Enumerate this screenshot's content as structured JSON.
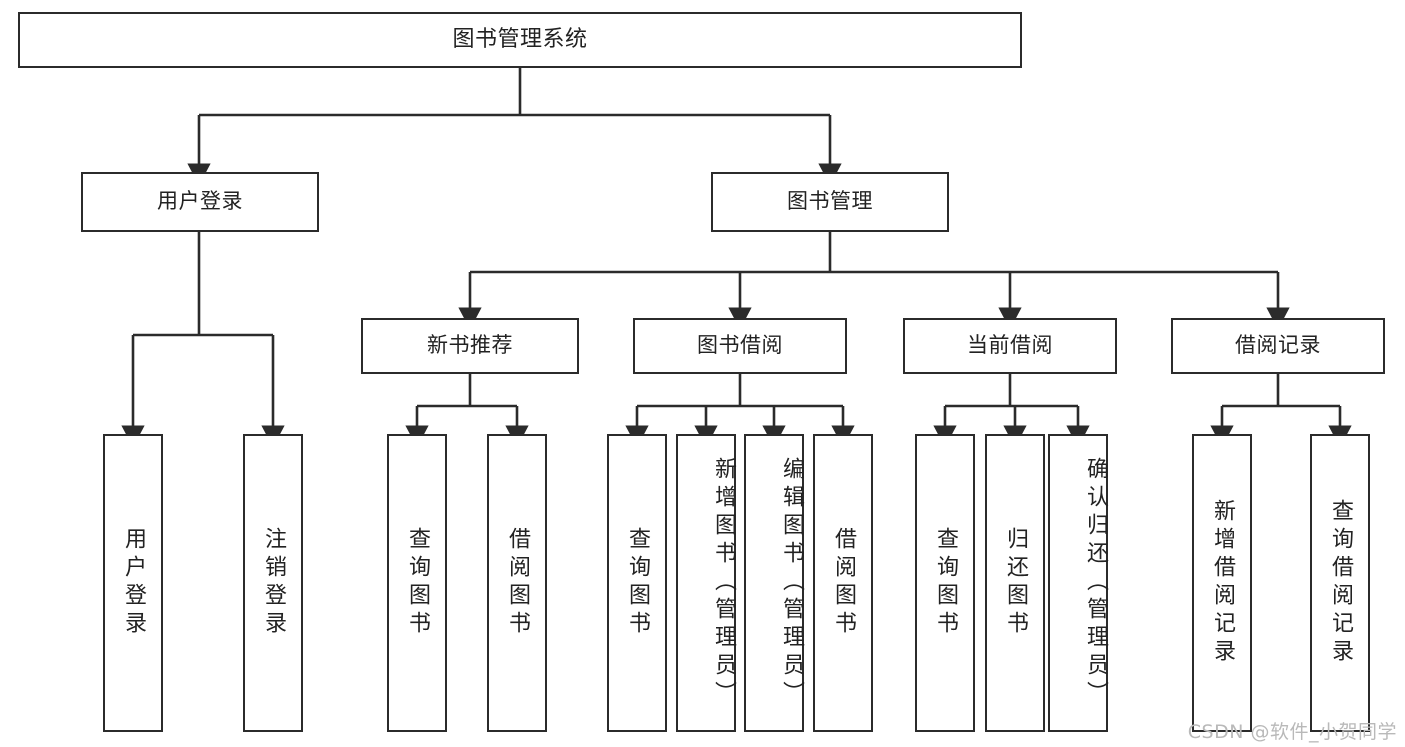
{
  "diagram": {
    "title": "图书管理系统",
    "type": "tree-hierarchy-chart",
    "watermark": "CSDN @软件_小贺同学",
    "colors": {
      "stroke": "#2b2b2b",
      "fill": "#ffffff",
      "text": "#222222",
      "watermark": "#b9b9b9"
    },
    "levels": {
      "root": {
        "label": "图书管理系统"
      },
      "level1": [
        {
          "label": "用户登录"
        },
        {
          "label": "图书管理"
        }
      ],
      "level2": [
        {
          "label": "新书推荐"
        },
        {
          "label": "图书借阅"
        },
        {
          "label": "当前借阅"
        },
        {
          "label": "借阅记录"
        }
      ],
      "leaves": {
        "user_login": [
          {
            "label": "用户登录"
          },
          {
            "label": "注销登录"
          }
        ],
        "new_book_recommend": [
          {
            "label": "查询图书"
          },
          {
            "label": "借阅图书"
          }
        ],
        "book_borrow": [
          {
            "label": "查询图书"
          },
          {
            "label": "新增图书（管理员）"
          },
          {
            "label": "编辑图书（管理员）"
          },
          {
            "label": "借阅图书"
          }
        ],
        "current_borrow": [
          {
            "label": "查询图书"
          },
          {
            "label": "归还图书"
          },
          {
            "label": "确认归还（管理员）"
          }
        ],
        "borrow_record": [
          {
            "label": "新增借阅记录"
          },
          {
            "label": "查询借阅记录"
          }
        ]
      }
    }
  }
}
